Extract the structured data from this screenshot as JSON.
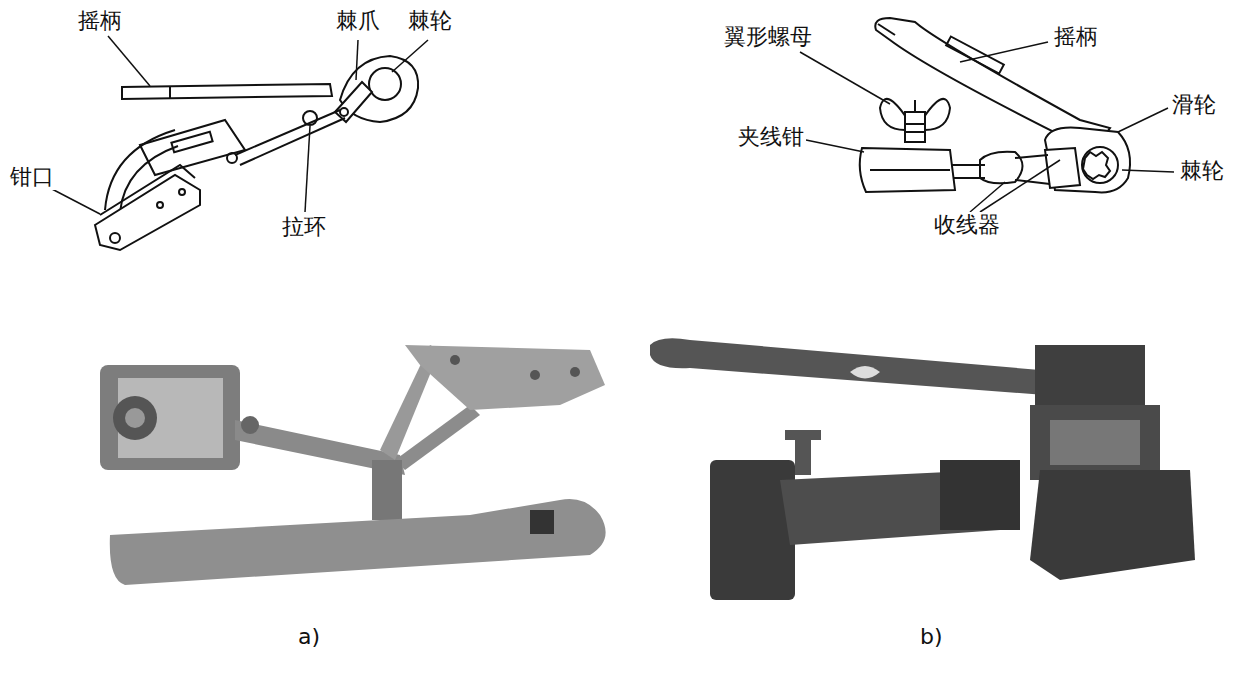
{
  "diagram": {
    "labels": [
      "摇柄",
      "棘爪",
      "棘轮",
      "钳口",
      "拉环",
      "翼形螺母",
      "摇柄",
      "滑轮",
      "夹线钳",
      "棘轮",
      "收线器",
      "a)",
      "b)"
    ]
  }
}
